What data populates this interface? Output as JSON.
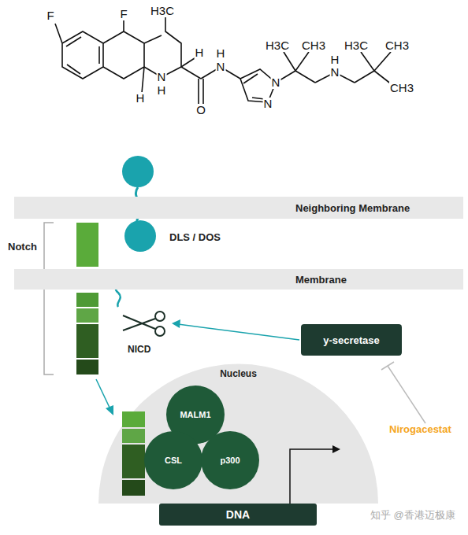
{
  "diagram": {
    "nodes": [
      {
        "text": [
          "Neighboring Membrane"
        ]
      },
      {
        "text": [
          "Membrane"
        ]
      },
      {
        "text": [
          "y-secretase"
        ]
      },
      {
        "text": [
          "Nucleus"
        ]
      },
      {
        "text": [
          "MALM1"
        ],
        "in": 3
      },
      {
        "text": [
          "CSL"
        ],
        "in": 3
      },
      {
        "text": [
          "p300"
        ],
        "in": 3
      },
      {
        "text": [
          "DNA"
        ]
      }
    ],
    "labels": [
      "F",
      "F",
      "H3C",
      "H",
      "N",
      "H",
      "H",
      "H",
      "N",
      "O",
      "N",
      "N",
      "H3C",
      "CH3",
      "N",
      "H",
      "H3C",
      "CH3",
      "CH3",
      "Notch",
      "DLS / DOS",
      "NICD",
      "Nirogacestat",
      "知乎 @香港迈极康"
    ]
  }
}
